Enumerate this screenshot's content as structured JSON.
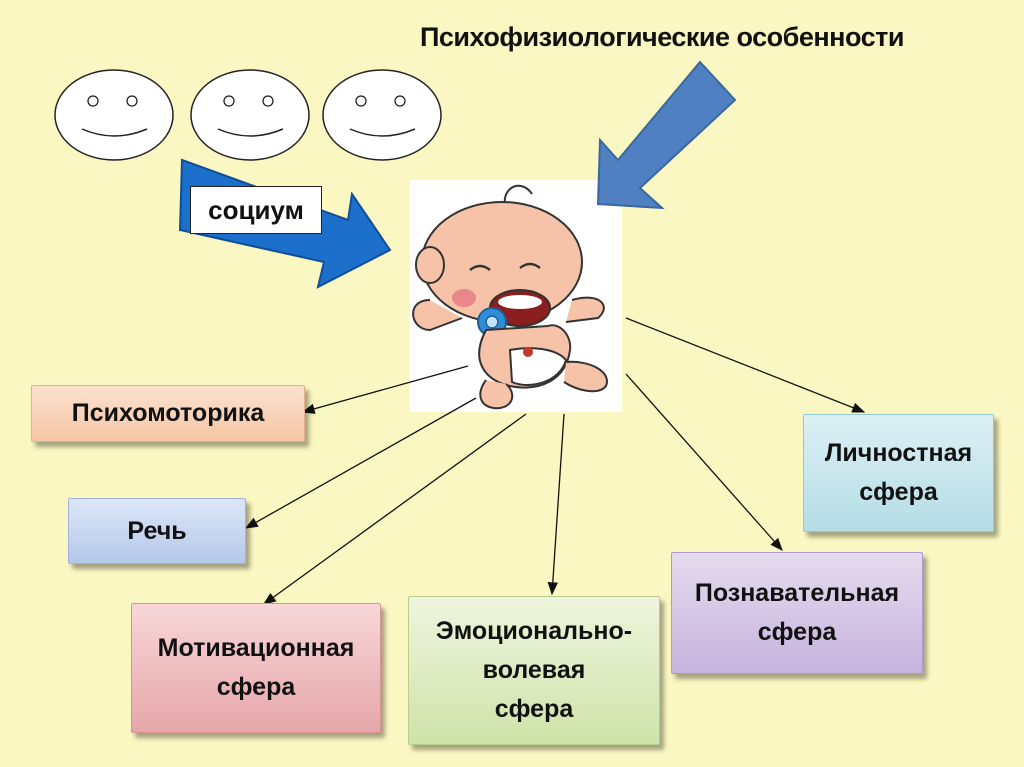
{
  "title": "Психофизиологические особенности",
  "socium_label": "социум",
  "boxes": {
    "psychomotor": "Психомоторика",
    "speech": "Речь",
    "motivation_line1": "Мотивационная",
    "motivation_line2": "сфера",
    "emotional_line1": "Эмоционально-",
    "emotional_line2": "волевая",
    "emotional_line3": "сфера",
    "cognitive_line1": "Познавательная",
    "cognitive_line2": "сфера",
    "personal_line1": "Личностная",
    "personal_line2": "сфера"
  },
  "colors": {
    "background": "#fbf7c2",
    "socium_arrow": "#1c6fcb",
    "top_arrow": "#4f81c2"
  }
}
